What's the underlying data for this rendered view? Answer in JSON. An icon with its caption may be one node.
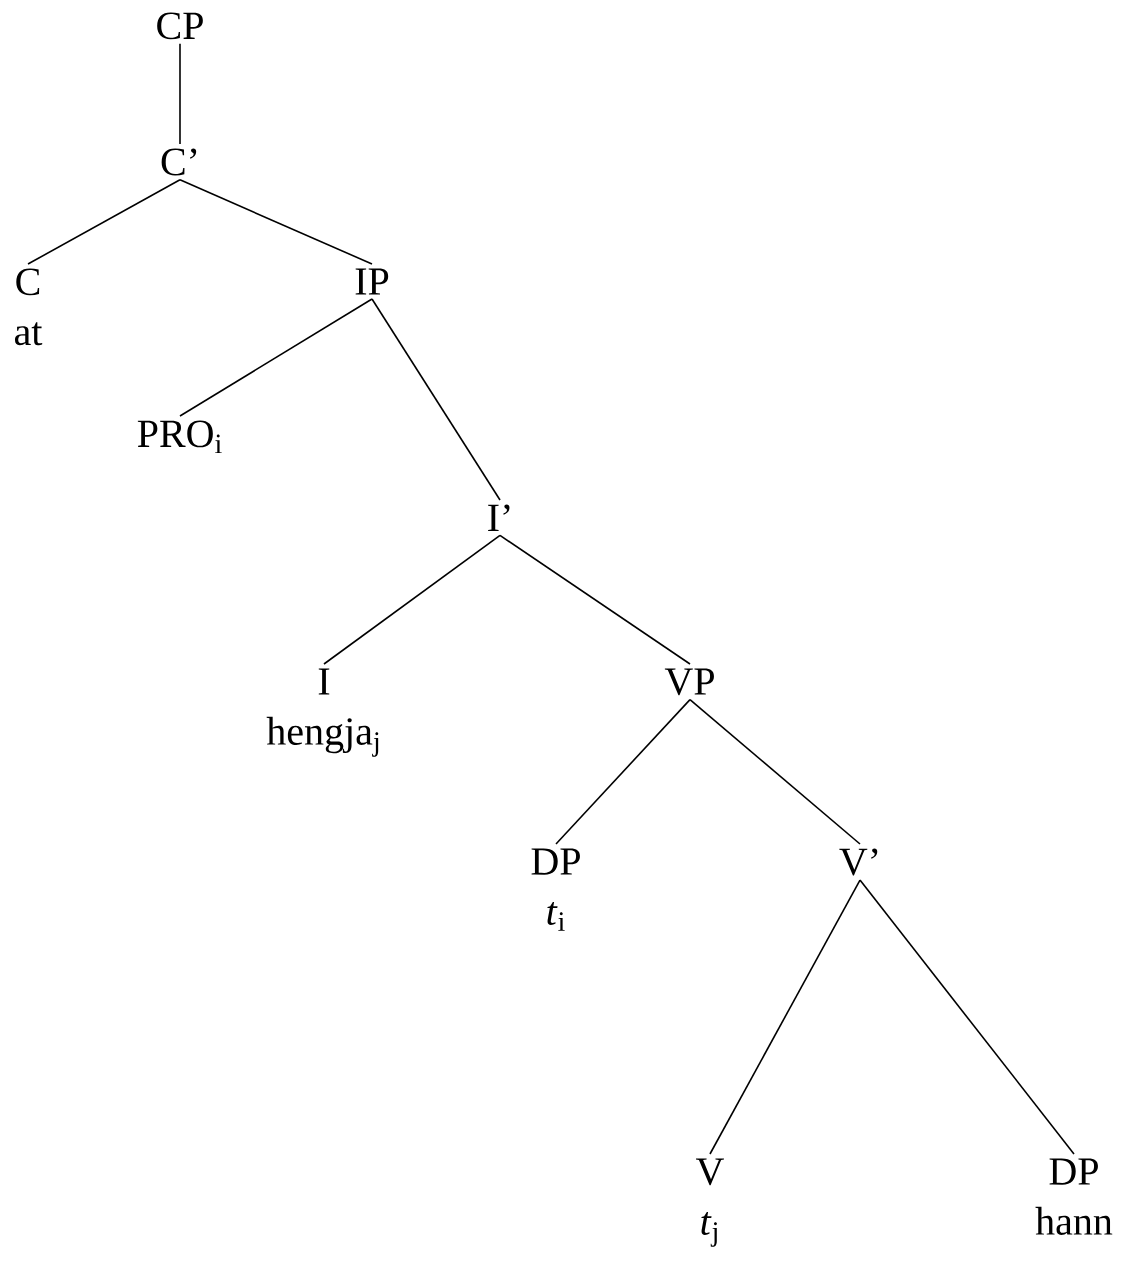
{
  "diagram": {
    "nodes": [
      {
        "text": [
          "CP"
        ]
      },
      {
        "text": [
          "C’"
        ]
      },
      {
        "text": [
          "C",
          "at"
        ]
      },
      {
        "text": [
          "IP"
        ]
      },
      {
        "text": [
          "PRO$_{i}$"
        ]
      },
      {
        "text": [
          "I’"
        ]
      },
      {
        "text": [
          "I",
          "hengja$_{j}$"
        ]
      },
      {
        "text": [
          "VP"
        ]
      },
      {
        "text": [
          "DP",
          "*t*$_{i}$"
        ]
      },
      {
        "text": [
          "V’"
        ]
      },
      {
        "text": [
          "V",
          "*t*$_{j}$"
        ]
      },
      {
        "text": [
          "DP",
          "hann"
        ]
      }
    ],
    "edges": [
      {
        "from": 0,
        "to": 1,
        "arrow": "none"
      },
      {
        "from": 1,
        "to": 2,
        "arrow": "none"
      },
      {
        "from": 1,
        "to": 3,
        "arrow": "none"
      },
      {
        "from": 3,
        "to": 4,
        "arrow": "none"
      },
      {
        "from": 3,
        "to": 5,
        "arrow": "none"
      },
      {
        "from": 5,
        "to": 6,
        "arrow": "none"
      },
      {
        "from": 5,
        "to": 7,
        "arrow": "none"
      },
      {
        "from": 7,
        "to": 8,
        "arrow": "none"
      },
      {
        "from": 7,
        "to": 9,
        "arrow": "none"
      },
      {
        "from": 9,
        "to": 10,
        "arrow": "none"
      },
      {
        "from": 9,
        "to": 11,
        "arrow": "none"
      }
    ]
  }
}
